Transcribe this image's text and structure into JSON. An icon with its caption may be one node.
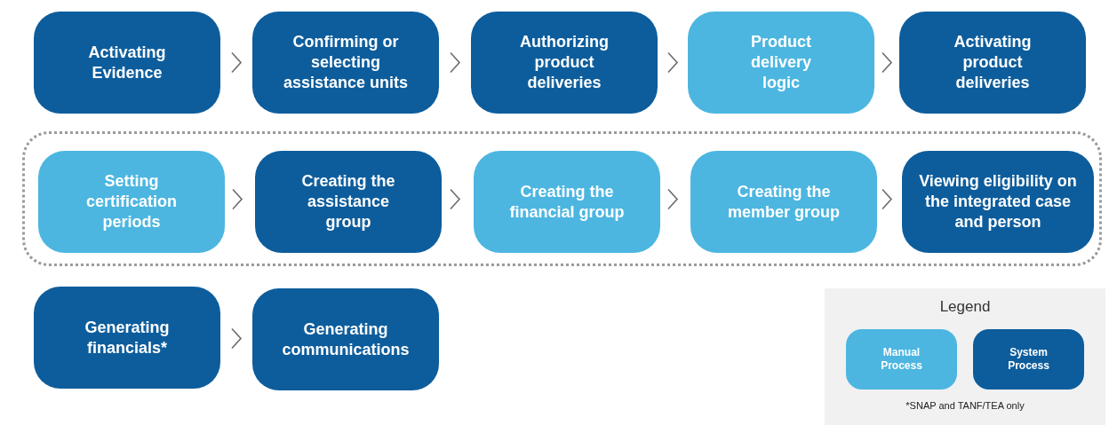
{
  "diagram": {
    "nodes": [
      {
        "text": [
          "Activating Evidence"
        ]
      },
      {
        "text": [
          "Confirming or selecting assistance units"
        ]
      },
      {
        "text": [
          "Authorizing product deliveries"
        ]
      },
      {
        "text": [
          "Product delivery logic"
        ]
      },
      {
        "text": [
          "Activating product deliveries"
        ]
      },
      {
        "text": [],
        "shape": "box"
      },
      {
        "text": [
          "Setting certification periods"
        ],
        "in": 5
      },
      {
        "text": [
          "Creating the assistance group"
        ],
        "in": 5
      },
      {
        "text": [
          "Creating the financial group"
        ],
        "in": 5
      },
      {
        "text": [
          "Creating the member group"
        ],
        "in": 5
      },
      {
        "text": [
          "Viewing eligibility on the integrated case and person"
        ],
        "in": 5
      },
      {
        "text": [
          "Generating financials*"
        ]
      },
      {
        "text": [
          "Generating communications"
        ]
      }
    ],
    "edges": [
      {
        "from": 0,
        "to": 1,
        "arrow": "to"
      },
      {
        "from": 1,
        "to": 2,
        "arrow": "to"
      },
      {
        "from": 2,
        "to": 3,
        "arrow": "to"
      },
      {
        "from": 3,
        "to": 4,
        "arrow": "to"
      },
      {
        "from": 6,
        "to": 7,
        "arrow": "to"
      },
      {
        "from": 7,
        "to": 8,
        "arrow": "to"
      },
      {
        "from": 8,
        "to": 9,
        "arrow": "to"
      },
      {
        "from": 9,
        "to": 10,
        "arrow": "to"
      },
      {
        "from": 11,
        "to": 12,
        "arrow": "to"
      }
    ],
    "labels": [
      "Legend",
      "*SNAP and TANF/TEA only"
    ],
    "legend": [
      {
        "text": "Manual Process",
        "color": "#4cb6e0"
      },
      {
        "text": "System Process",
        "color": "#0d5d9c"
      }
    ]
  }
}
